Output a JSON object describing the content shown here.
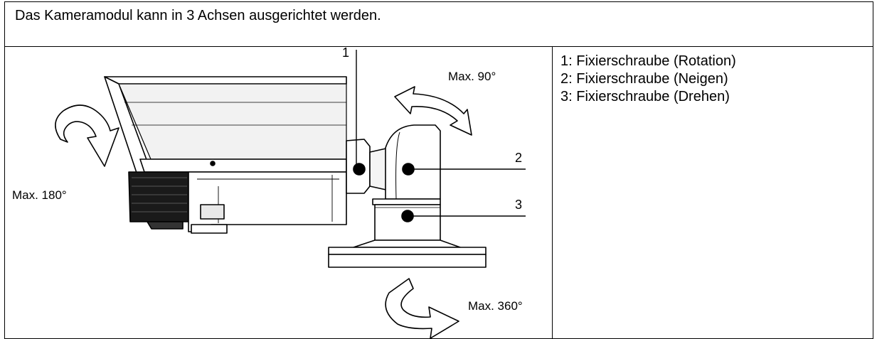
{
  "header": {
    "text": "Das Kameramodul kann in 3 Achsen ausgerichtet werden."
  },
  "figure": {
    "callouts": [
      "1",
      "2",
      "3"
    ],
    "angles": {
      "tilt": "Max. 90°",
      "rotation": "Max. 180°",
      "pan": "Max. 360°"
    }
  },
  "legend": {
    "items": [
      "1: Fixierschraube (Rotation)",
      "2: Fixierschraube (Neigen)",
      "3: Fixierschraube (Drehen)"
    ]
  }
}
